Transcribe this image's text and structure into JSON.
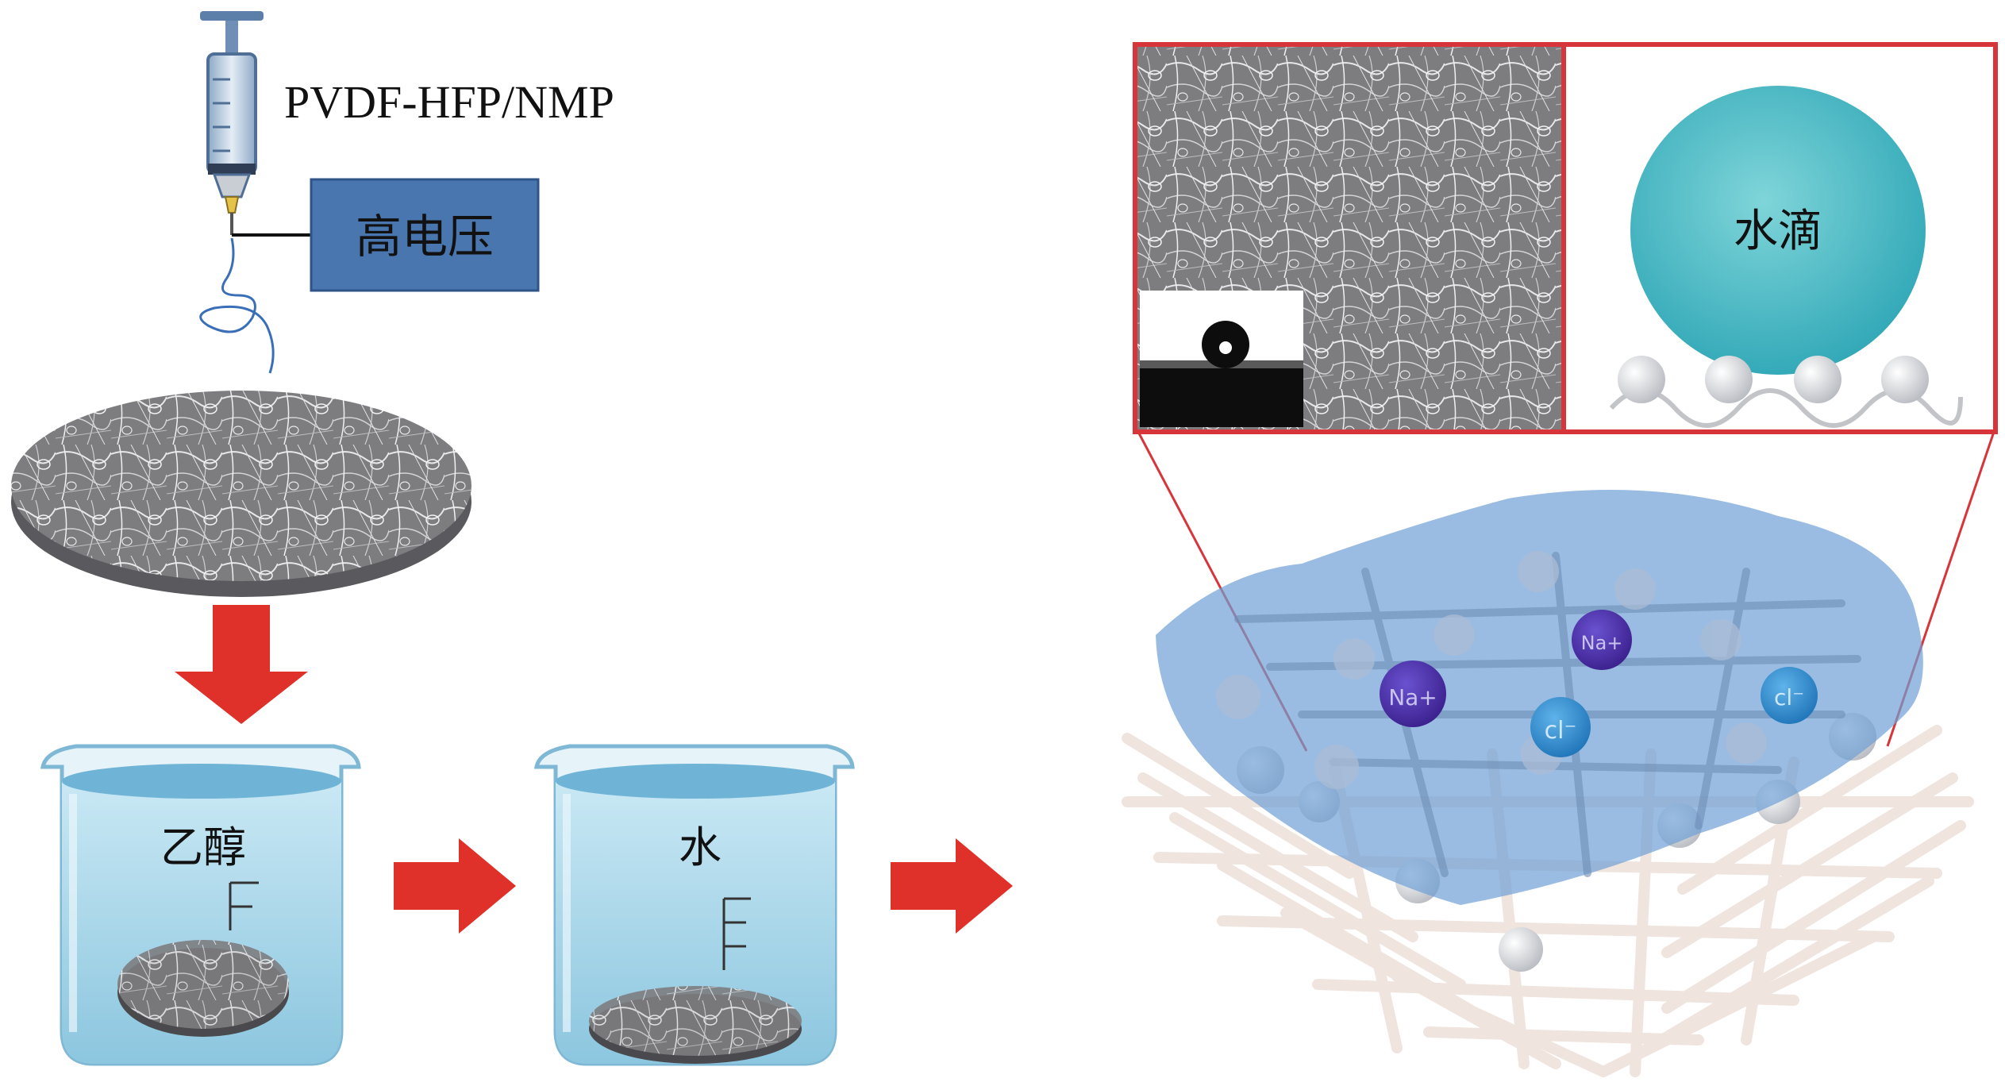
{
  "labels": {
    "polymer_solution": "PVDF-HFP/NMP",
    "high_voltage": "高电压",
    "ethanol": "乙醇",
    "water": "水",
    "droplet": "水滴",
    "ion_na_1": "Na+",
    "ion_na_2": "Na+",
    "ion_cl_1": "cl⁻",
    "ion_cl_2": "cl⁻"
  },
  "colors": {
    "arrow": "#e0302a",
    "voltage_box": "#4a76b0",
    "frame_red": "#d8353a",
    "water_blue": "#8fb8de",
    "droplet": "#52bfc7",
    "na_ion": "#4b2fa6",
    "cl_ion": "#2f8ed4"
  }
}
